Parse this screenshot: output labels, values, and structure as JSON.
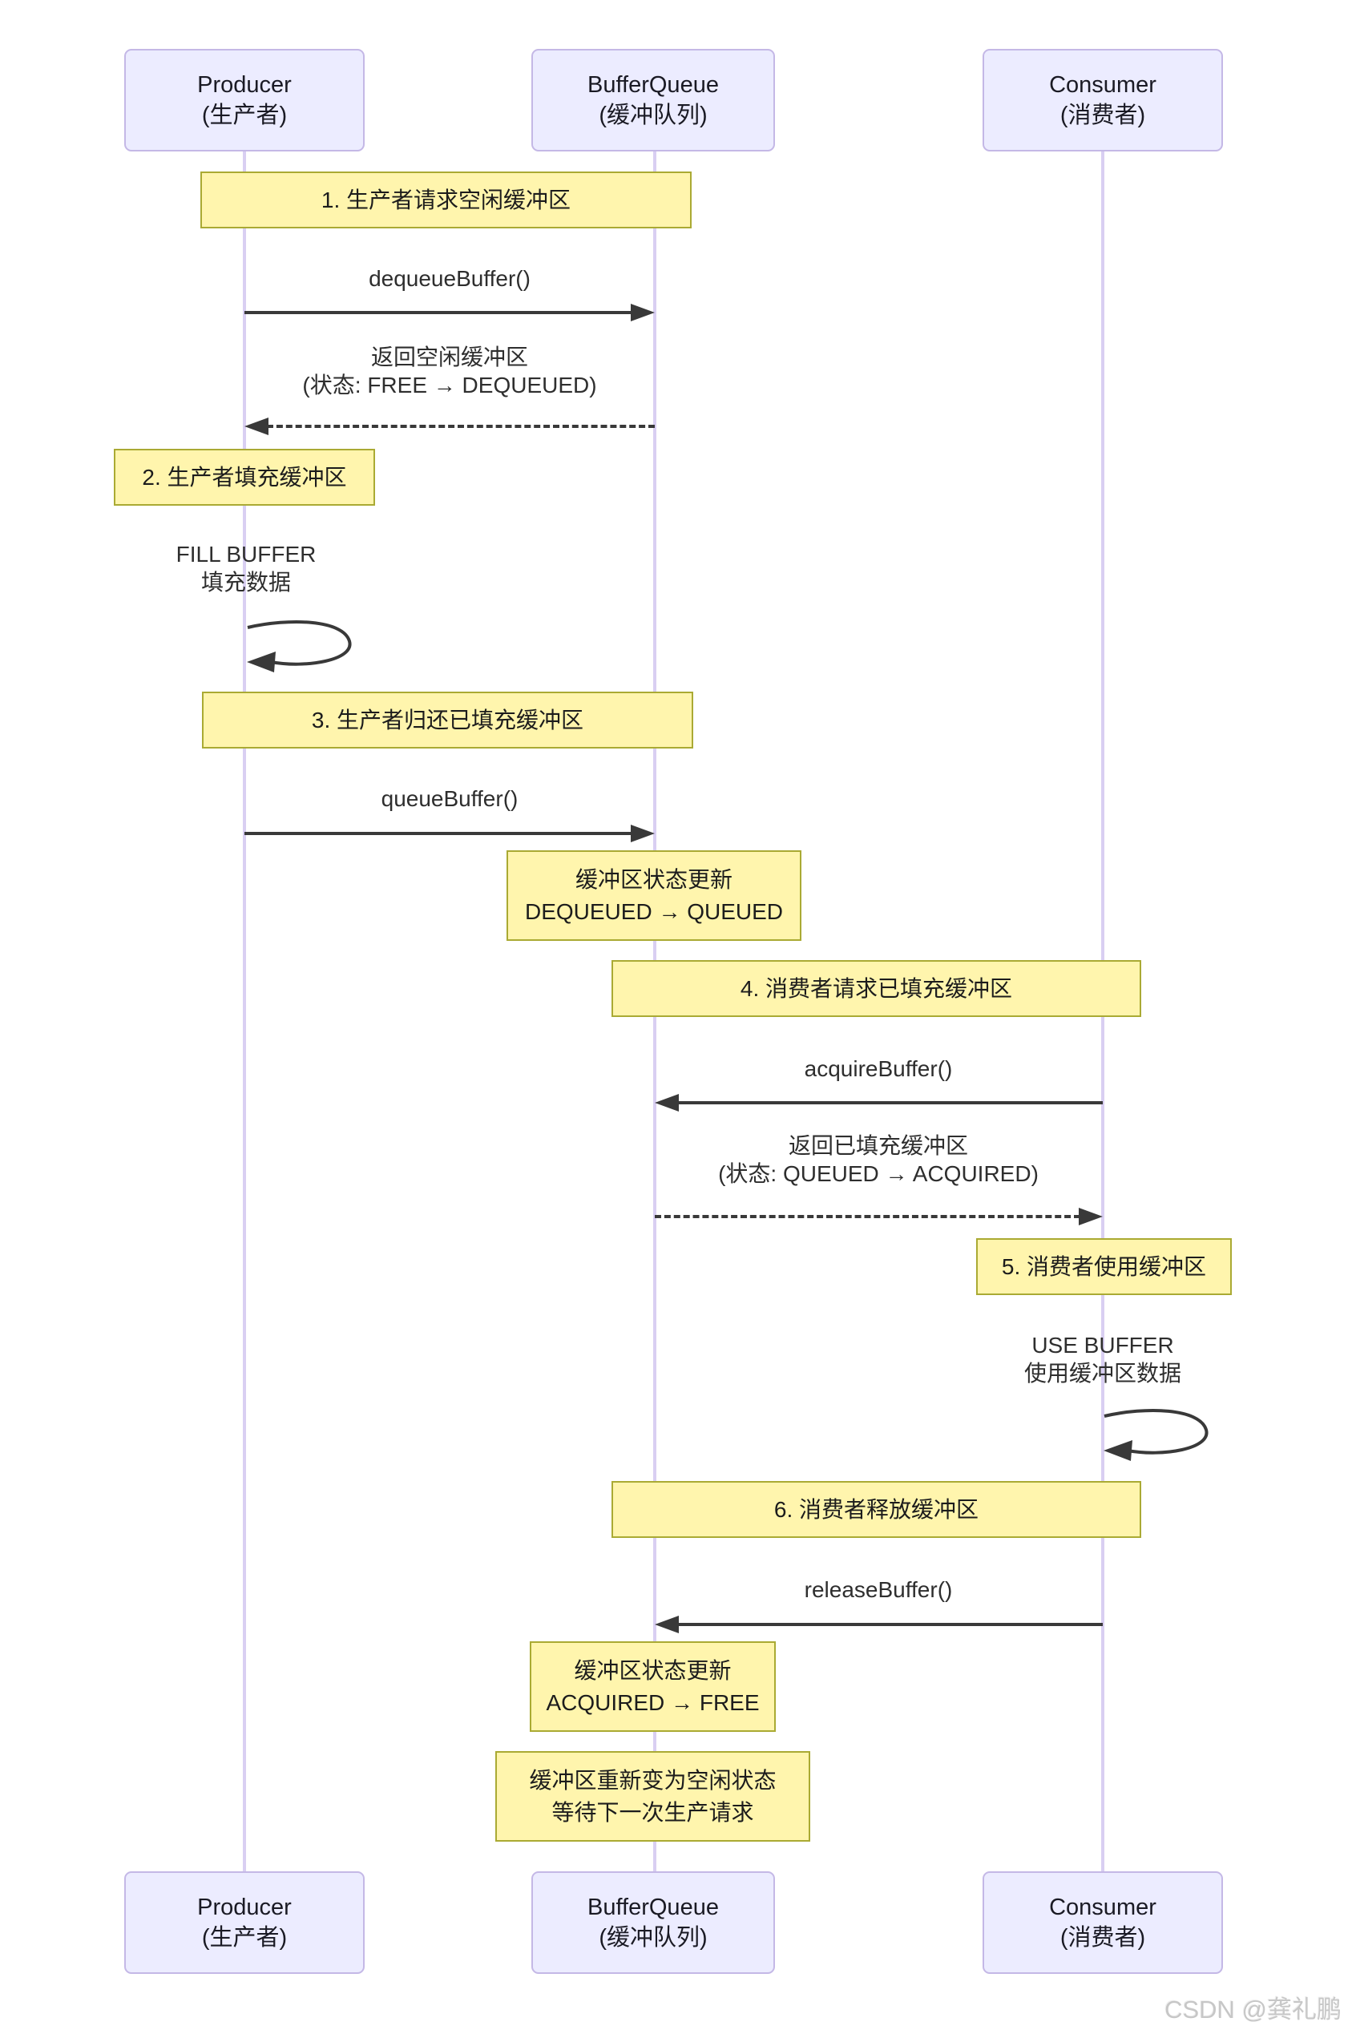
{
  "actors": {
    "producer": {
      "name": "Producer",
      "subtitle": "(生产者)"
    },
    "bufferqueue": {
      "name": "BufferQueue",
      "subtitle": "(缓冲队列)"
    },
    "consumer": {
      "name": "Consumer",
      "subtitle": "(消费者)"
    }
  },
  "notes": {
    "step1": {
      "text": "1. 生产者请求空闲缓冲区"
    },
    "step2": {
      "text": "2. 生产者填充缓冲区"
    },
    "step3": {
      "text": "3. 生产者归还已填充缓冲区"
    },
    "state_queued": {
      "line1": "缓冲区状态更新",
      "line2": "DEQUEUED → QUEUED"
    },
    "step4": {
      "text": "4. 消费者请求已填充缓冲区"
    },
    "step5": {
      "text": "5. 消费者使用缓冲区"
    },
    "step6": {
      "text": "6. 消费者释放缓冲区"
    },
    "state_free": {
      "line1": "缓冲区状态更新",
      "line2": "ACQUIRED → FREE"
    },
    "state_idle": {
      "line1": "缓冲区重新变为空闲状态",
      "line2": "等待下一次生产请求"
    }
  },
  "messages": {
    "dequeue": {
      "label": "dequeueBuffer()"
    },
    "return_free": {
      "line1": "返回空闲缓冲区",
      "line2": "(状态: FREE → DEQUEUED)"
    },
    "fill": {
      "line1": "FILL BUFFER",
      "line2": "填充数据"
    },
    "queue": {
      "label": "queueBuffer()"
    },
    "acquire": {
      "label": "acquireBuffer()"
    },
    "return_filled": {
      "line1": "返回已填充缓冲区",
      "line2": "(状态: QUEUED → ACQUIRED)"
    },
    "use": {
      "line1": "USE BUFFER",
      "line2": "使用缓冲区数据"
    },
    "release": {
      "label": "releaseBuffer()"
    }
  },
  "watermark": "CSDN @龚礼鹏",
  "colors": {
    "note_fill": "#fff5ad",
    "note_border": "#aaaa33",
    "actor_fill": "#ececff",
    "actor_border": "#c4b8e6",
    "lifeline": "#d9cff2",
    "arrow": "#393939",
    "watermark_text": "#c7c7c7"
  }
}
